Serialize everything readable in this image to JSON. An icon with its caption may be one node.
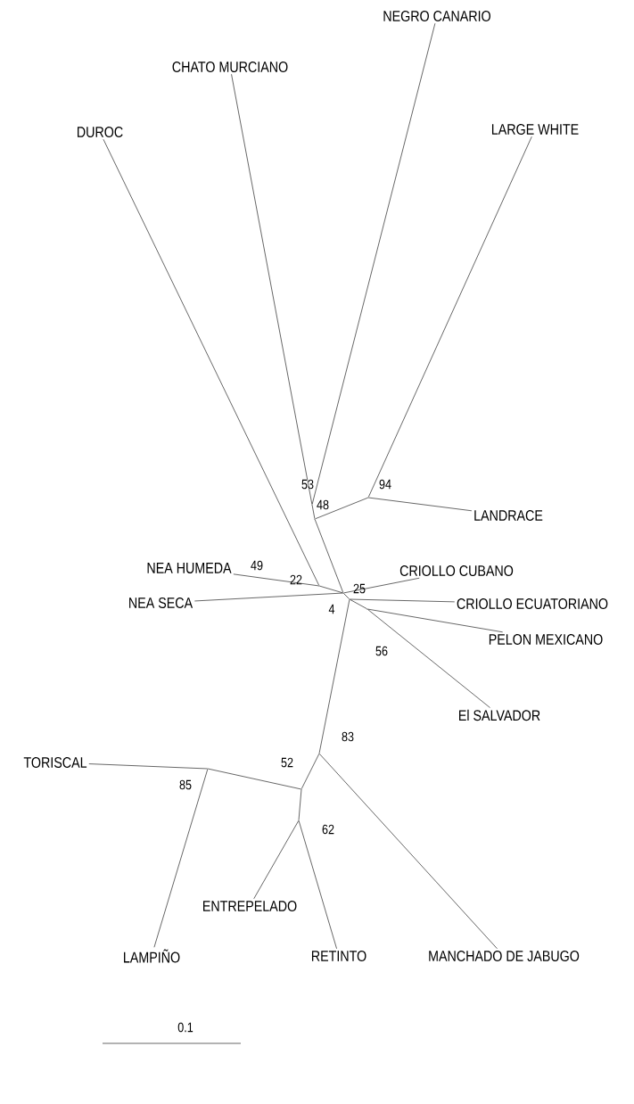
{
  "diagram": {
    "nodes": [
      {
        "text": [
          "NEGRO CANARIO"
        ]
      },
      {
        "text": [
          "CHATO MURCIANO"
        ]
      },
      {
        "text": [
          "DUROC"
        ]
      },
      {
        "text": [
          "LARGE WHITE"
        ]
      },
      {
        "text": [
          "LANDRACE"
        ]
      },
      {
        "text": [
          "NEA HUMEDA"
        ]
      },
      {
        "text": [
          "CRIOLLO CUBANO"
        ]
      },
      {
        "text": [
          "NEA SECA"
        ]
      },
      {
        "text": [
          "CRIOLLO ECUATORIANO"
        ]
      },
      {
        "text": [
          "PELON MEXICANO"
        ]
      },
      {
        "text": [
          "El SALVADOR"
        ]
      },
      {
        "text": [
          "TORISCAL"
        ]
      },
      {
        "text": [
          "ENTREPELADO"
        ]
      },
      {
        "text": [
          "MANCHADO DE JABUGO"
        ]
      },
      {
        "text": [
          "LAMPIÑO"
        ]
      },
      {
        "text": [
          "RETINTO"
        ]
      },
      {
        "text": [],
        "shape": "point"
      },
      {
        "text": [],
        "shape": "point"
      },
      {
        "text": [],
        "shape": "point"
      },
      {
        "text": [],
        "shape": "point"
      },
      {
        "text": [],
        "shape": "point"
      },
      {
        "text": [],
        "shape": "point"
      },
      {
        "text": [],
        "shape": "point"
      },
      {
        "text": [],
        "shape": "point"
      },
      {
        "text": [],
        "shape": "point"
      },
      {
        "text": [],
        "shape": "point"
      },
      {
        "text": [],
        "shape": "point"
      }
    ],
    "edges": [
      {
        "from": 0,
        "to": 17,
        "arrow": "none"
      },
      {
        "from": 1,
        "to": 17,
        "arrow": "none"
      },
      {
        "from": 17,
        "to": 18,
        "arrow": "none"
      },
      {
        "from": 3,
        "to": 16,
        "arrow": "none"
      },
      {
        "from": 4,
        "to": 16,
        "arrow": "none"
      },
      {
        "from": 16,
        "to": 18,
        "arrow": "none"
      },
      {
        "from": 18,
        "to": 20,
        "arrow": "none"
      },
      {
        "from": 2,
        "to": 19,
        "arrow": "none"
      },
      {
        "from": 5,
        "to": 19,
        "arrow": "none"
      },
      {
        "from": 19,
        "to": 20,
        "arrow": "none"
      },
      {
        "from": 7,
        "to": 20,
        "arrow": "none"
      },
      {
        "from": 6,
        "to": 20,
        "arrow": "none"
      },
      {
        "from": 20,
        "to": 21,
        "arrow": "none"
      },
      {
        "from": 8,
        "to": 21,
        "arrow": "none"
      },
      {
        "from": 21,
        "to": 22,
        "arrow": "none"
      },
      {
        "from": 9,
        "to": 22,
        "arrow": "none"
      },
      {
        "from": 10,
        "to": 22,
        "arrow": "none"
      },
      {
        "from": 21,
        "to": 23,
        "arrow": "none"
      },
      {
        "from": 13,
        "to": 23,
        "arrow": "none"
      },
      {
        "from": 23,
        "to": 25,
        "arrow": "none"
      },
      {
        "from": 11,
        "to": 24,
        "arrow": "none"
      },
      {
        "from": 14,
        "to": 24,
        "arrow": "none"
      },
      {
        "from": 24,
        "to": 25,
        "arrow": "none"
      },
      {
        "from": 25,
        "to": 26,
        "arrow": "none"
      },
      {
        "from": 12,
        "to": 26,
        "arrow": "none"
      },
      {
        "from": 15,
        "to": 26,
        "arrow": "none"
      }
    ],
    "labels": [
      "53",
      "94",
      "48",
      "49",
      "22",
      "25",
      "4",
      "56",
      "83",
      "52",
      "85",
      "62",
      "0.1"
    ]
  }
}
